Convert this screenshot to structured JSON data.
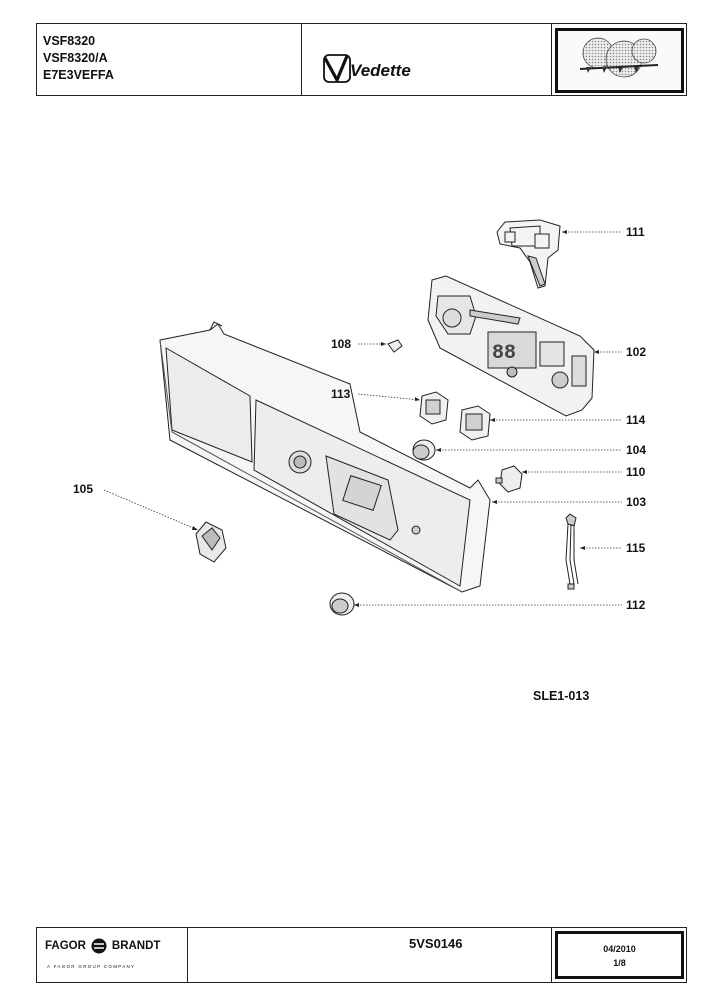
{
  "header": {
    "models": [
      "VSF8320",
      "VSF8320/A",
      "E7E3VEFFA"
    ],
    "brand": "Vedette"
  },
  "callouts": [
    {
      "id": "c111",
      "label": "111"
    },
    {
      "id": "c108",
      "label": "108"
    },
    {
      "id": "c102",
      "label": "102"
    },
    {
      "id": "c113",
      "label": "113"
    },
    {
      "id": "c114",
      "label": "114"
    },
    {
      "id": "c104",
      "label": "104"
    },
    {
      "id": "c110",
      "label": "110"
    },
    {
      "id": "c105",
      "label": "105"
    },
    {
      "id": "c103",
      "label": "103"
    },
    {
      "id": "c115",
      "label": "115"
    },
    {
      "id": "c112",
      "label": "112"
    }
  ],
  "diagram_code": "SLE1-013",
  "footer": {
    "company": "FAGOR",
    "company2": "BRANDT",
    "tagline": "A FAGOR GROUP COMPANY",
    "document": "5VS0146",
    "date": "04/2010",
    "page": "1/8"
  }
}
